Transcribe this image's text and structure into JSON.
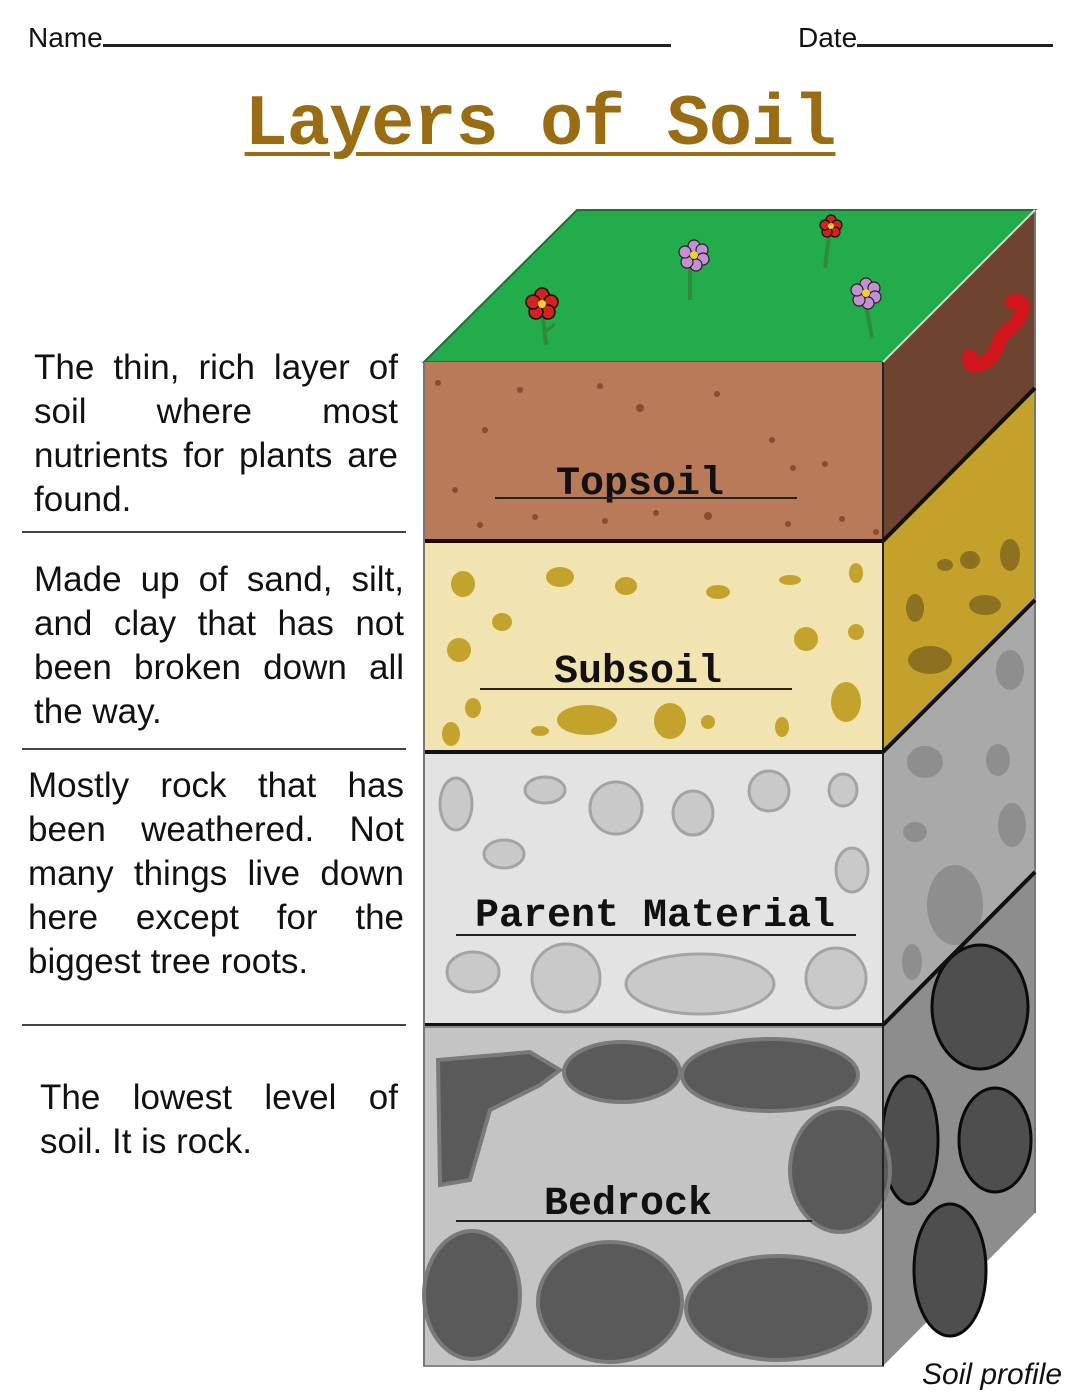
{
  "header": {
    "name_label": "Name",
    "date_label": "Date"
  },
  "title": "Layers of Soil",
  "descriptions": [
    {
      "layer": "Topsoil",
      "text": "The thin, rich layer of soil where most nutrients for plants are found."
    },
    {
      "layer": "Subsoil",
      "text": "Made up of sand, silt, and clay that has not been broken down all the way."
    },
    {
      "layer": "Parent Material",
      "text": "Mostly rock that has been weathered. Not many things live down here except for the biggest tree roots."
    },
    {
      "layer": "Bedrock",
      "text": "The lowest level of soil. It is rock."
    }
  ],
  "diagram": {
    "layers": [
      {
        "label": "Topsoil",
        "front_color": "#b87a58",
        "side_color": "#6e4330"
      },
      {
        "label": "Subsoil",
        "front_color": "#f1e4b0",
        "side_color": "#c3a12b"
      },
      {
        "label": "Parent Material",
        "front_color": "#e3e3e3",
        "side_color": "#a9a9a9"
      },
      {
        "label": "Bedrock",
        "front_color": "#c4c4c4",
        "side_color": "#8d8d8d"
      }
    ],
    "surface_color": "#22ac4b",
    "caption": "Soil profile"
  }
}
